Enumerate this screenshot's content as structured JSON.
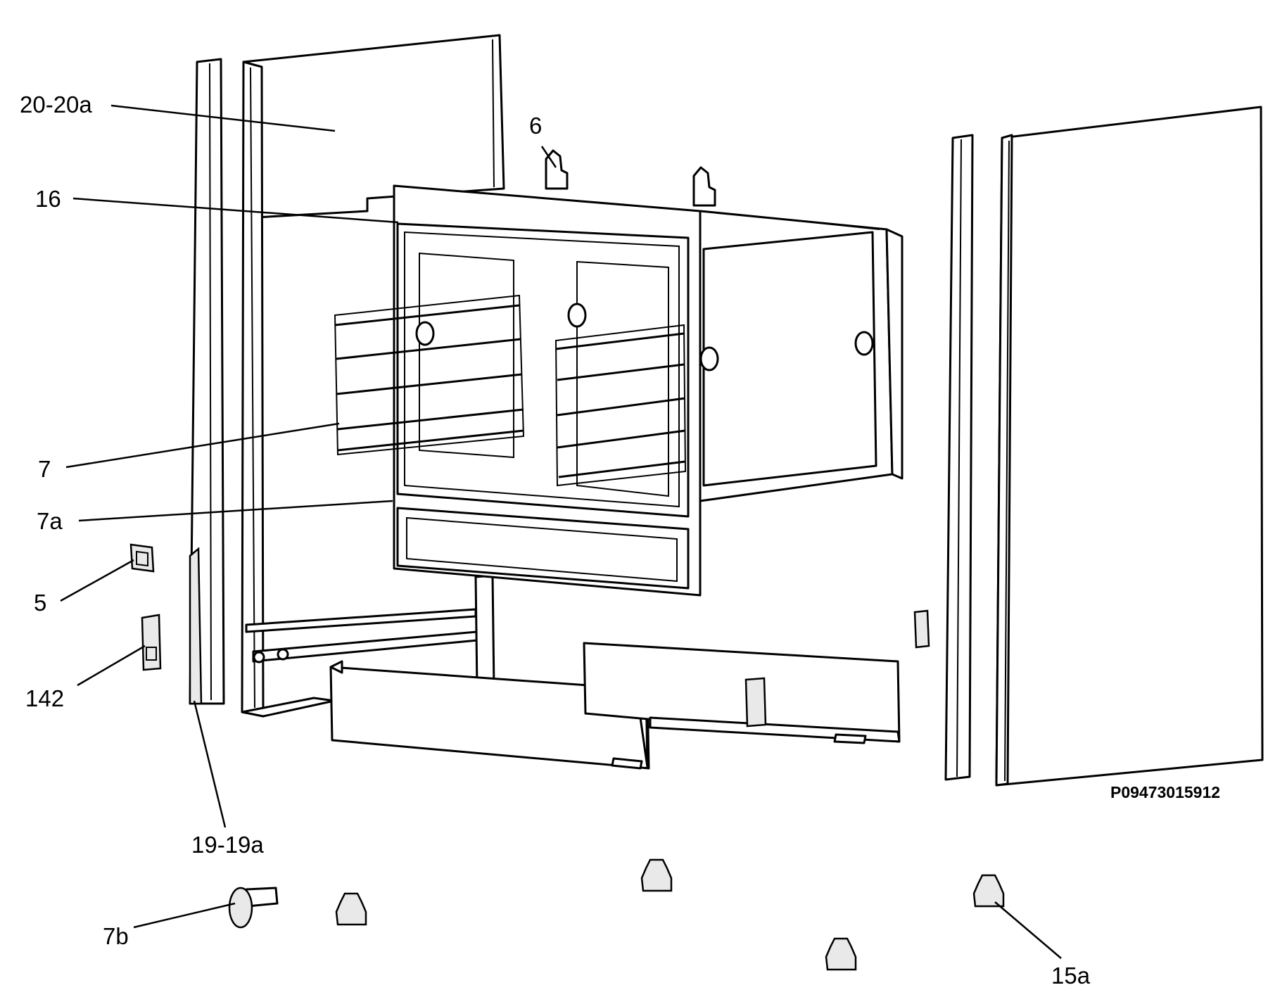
{
  "diagram": {
    "reference_code": "P09473015912",
    "callouts": [
      {
        "id": "20-20a",
        "label": "20-20a"
      },
      {
        "id": "16",
        "label": "16"
      },
      {
        "id": "6",
        "label": "6"
      },
      {
        "id": "7",
        "label": "7"
      },
      {
        "id": "7a",
        "label": "7a"
      },
      {
        "id": "5",
        "label": "5"
      },
      {
        "id": "142",
        "label": "142"
      },
      {
        "id": "19-19a",
        "label": "19-19a"
      },
      {
        "id": "7b",
        "label": "7b"
      },
      {
        "id": "15a",
        "label": "15a"
      }
    ]
  }
}
